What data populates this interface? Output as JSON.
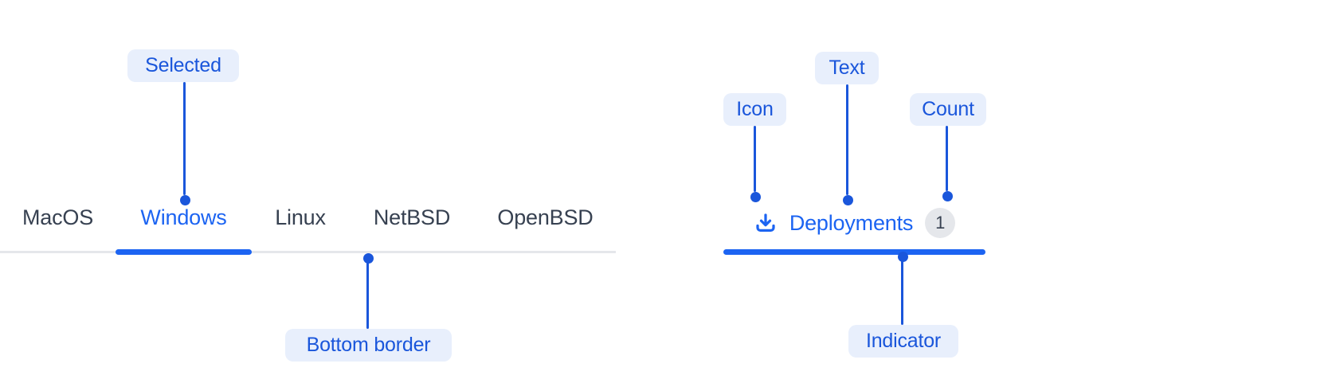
{
  "colors": {
    "accent": "#1C64F2",
    "annotation_text": "#1A56DB",
    "annotation_bg": "#E8EFFC",
    "tab_text": "#374151",
    "divider": "#E5E7EB",
    "count_badge_bg": "#E5E7EB"
  },
  "tabs_example": {
    "items": [
      {
        "label": "MacOS",
        "selected": false
      },
      {
        "label": "Windows",
        "selected": true
      },
      {
        "label": "Linux",
        "selected": false
      },
      {
        "label": "NetBSD",
        "selected": false
      },
      {
        "label": "OpenBSD",
        "selected": false
      }
    ]
  },
  "deployments_tab": {
    "icon": "download-icon",
    "label": "Deployments",
    "count": "1",
    "selected": true
  },
  "annotations": {
    "selected": {
      "label": "Selected"
    },
    "bottom_border": {
      "label": "Bottom border"
    },
    "icon": {
      "label": "Icon"
    },
    "text": {
      "label": "Text"
    },
    "count": {
      "label": "Count"
    },
    "indicator": {
      "label": "Indicator"
    }
  }
}
